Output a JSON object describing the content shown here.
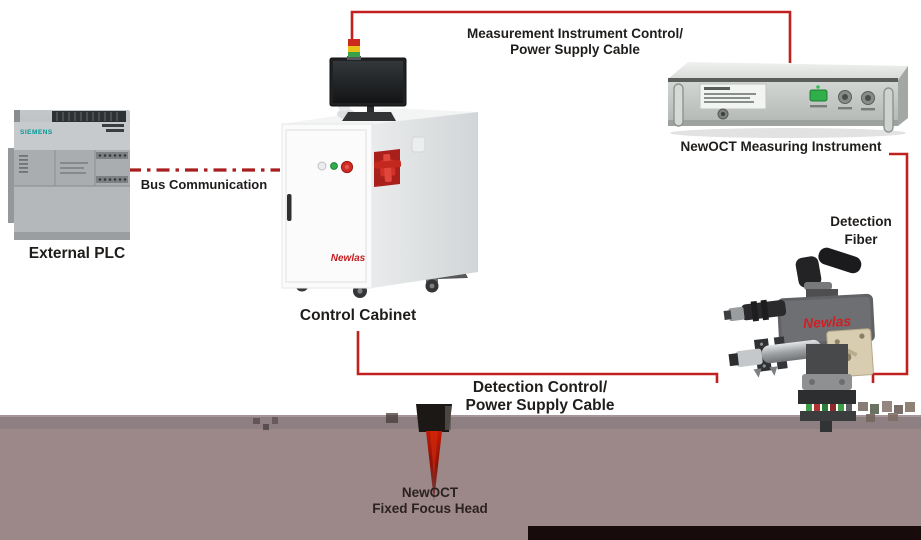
{
  "diagram": {
    "labels": {
      "external_plc": "External PLC",
      "bus_communication": "Bus Communication",
      "control_cabinet": "Control Cabinet",
      "measurement_cable": {
        "line1": "Measurement Instrument Control/",
        "line2": "Power Supply Cable"
      },
      "measuring_instrument": "NewOCT Measuring Instrument",
      "detection_fiber": {
        "line1": "Detection",
        "line2": "Fiber"
      },
      "detection_cable": {
        "line1": "Detection Control/",
        "line2": "Power Supply Cable"
      },
      "focus_head": {
        "line1": "NewOCT",
        "line2": "Fixed Focus Head"
      }
    },
    "brands": {
      "plc_brand": "SIEMENS",
      "equipment_brand_cabinet": "Newlas",
      "equipment_brand_head": "Newlas"
    },
    "colors": {
      "cable_red": "#c0201f",
      "bus_dash_red": "#a81e1e",
      "label_text": "#1f1d1b",
      "band_mauve": "#9c8789",
      "band_strip": "#8d7f82",
      "bottom_bar_black": "#170b0b",
      "laser_beam_red": "#c21a05",
      "estop_red": "#cf2b24",
      "power_button_green": "#2fae4a",
      "tower_red": "#cc2a1e",
      "tower_yellow": "#e8c219",
      "tower_green": "#3aa34a",
      "siemens_teal": "#009999"
    }
  }
}
